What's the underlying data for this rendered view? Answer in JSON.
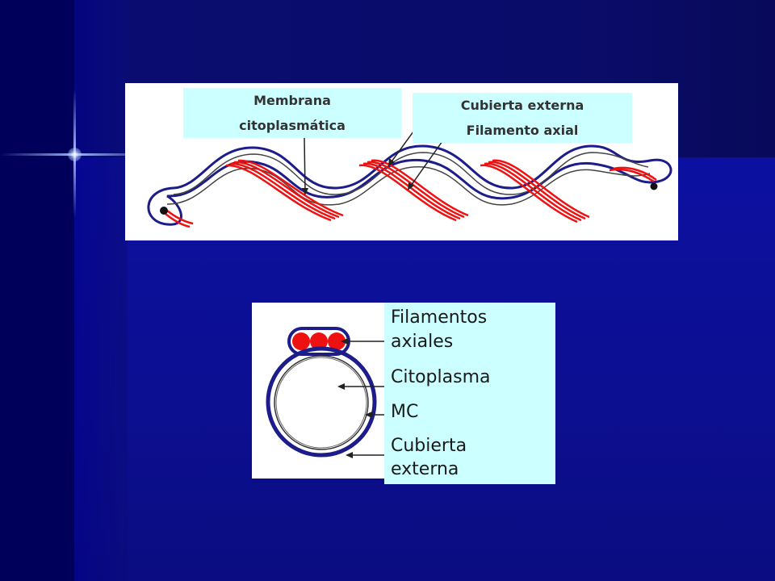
{
  "diagram": {
    "top": {
      "labels": {
        "membrana_line1": "Membrana",
        "membrana_line2": "citoplasmática",
        "cubierta_line1": "Cubierta externa",
        "cubierta_line2": "Filamento axial"
      }
    },
    "bottom": {
      "legend": {
        "filamentos_line1": "Filamentos",
        "filamentos_line2": "axiales",
        "citoplasma": "Citoplasma",
        "mc": "MC",
        "cubierta_line1": "Cubierta",
        "cubierta_line2": "externa"
      }
    }
  },
  "colors": {
    "background": "#0a0c78",
    "label_box": "#ccffff",
    "outer_sheath": "#1c1c8a",
    "axial_filaments": "#ee1111"
  }
}
